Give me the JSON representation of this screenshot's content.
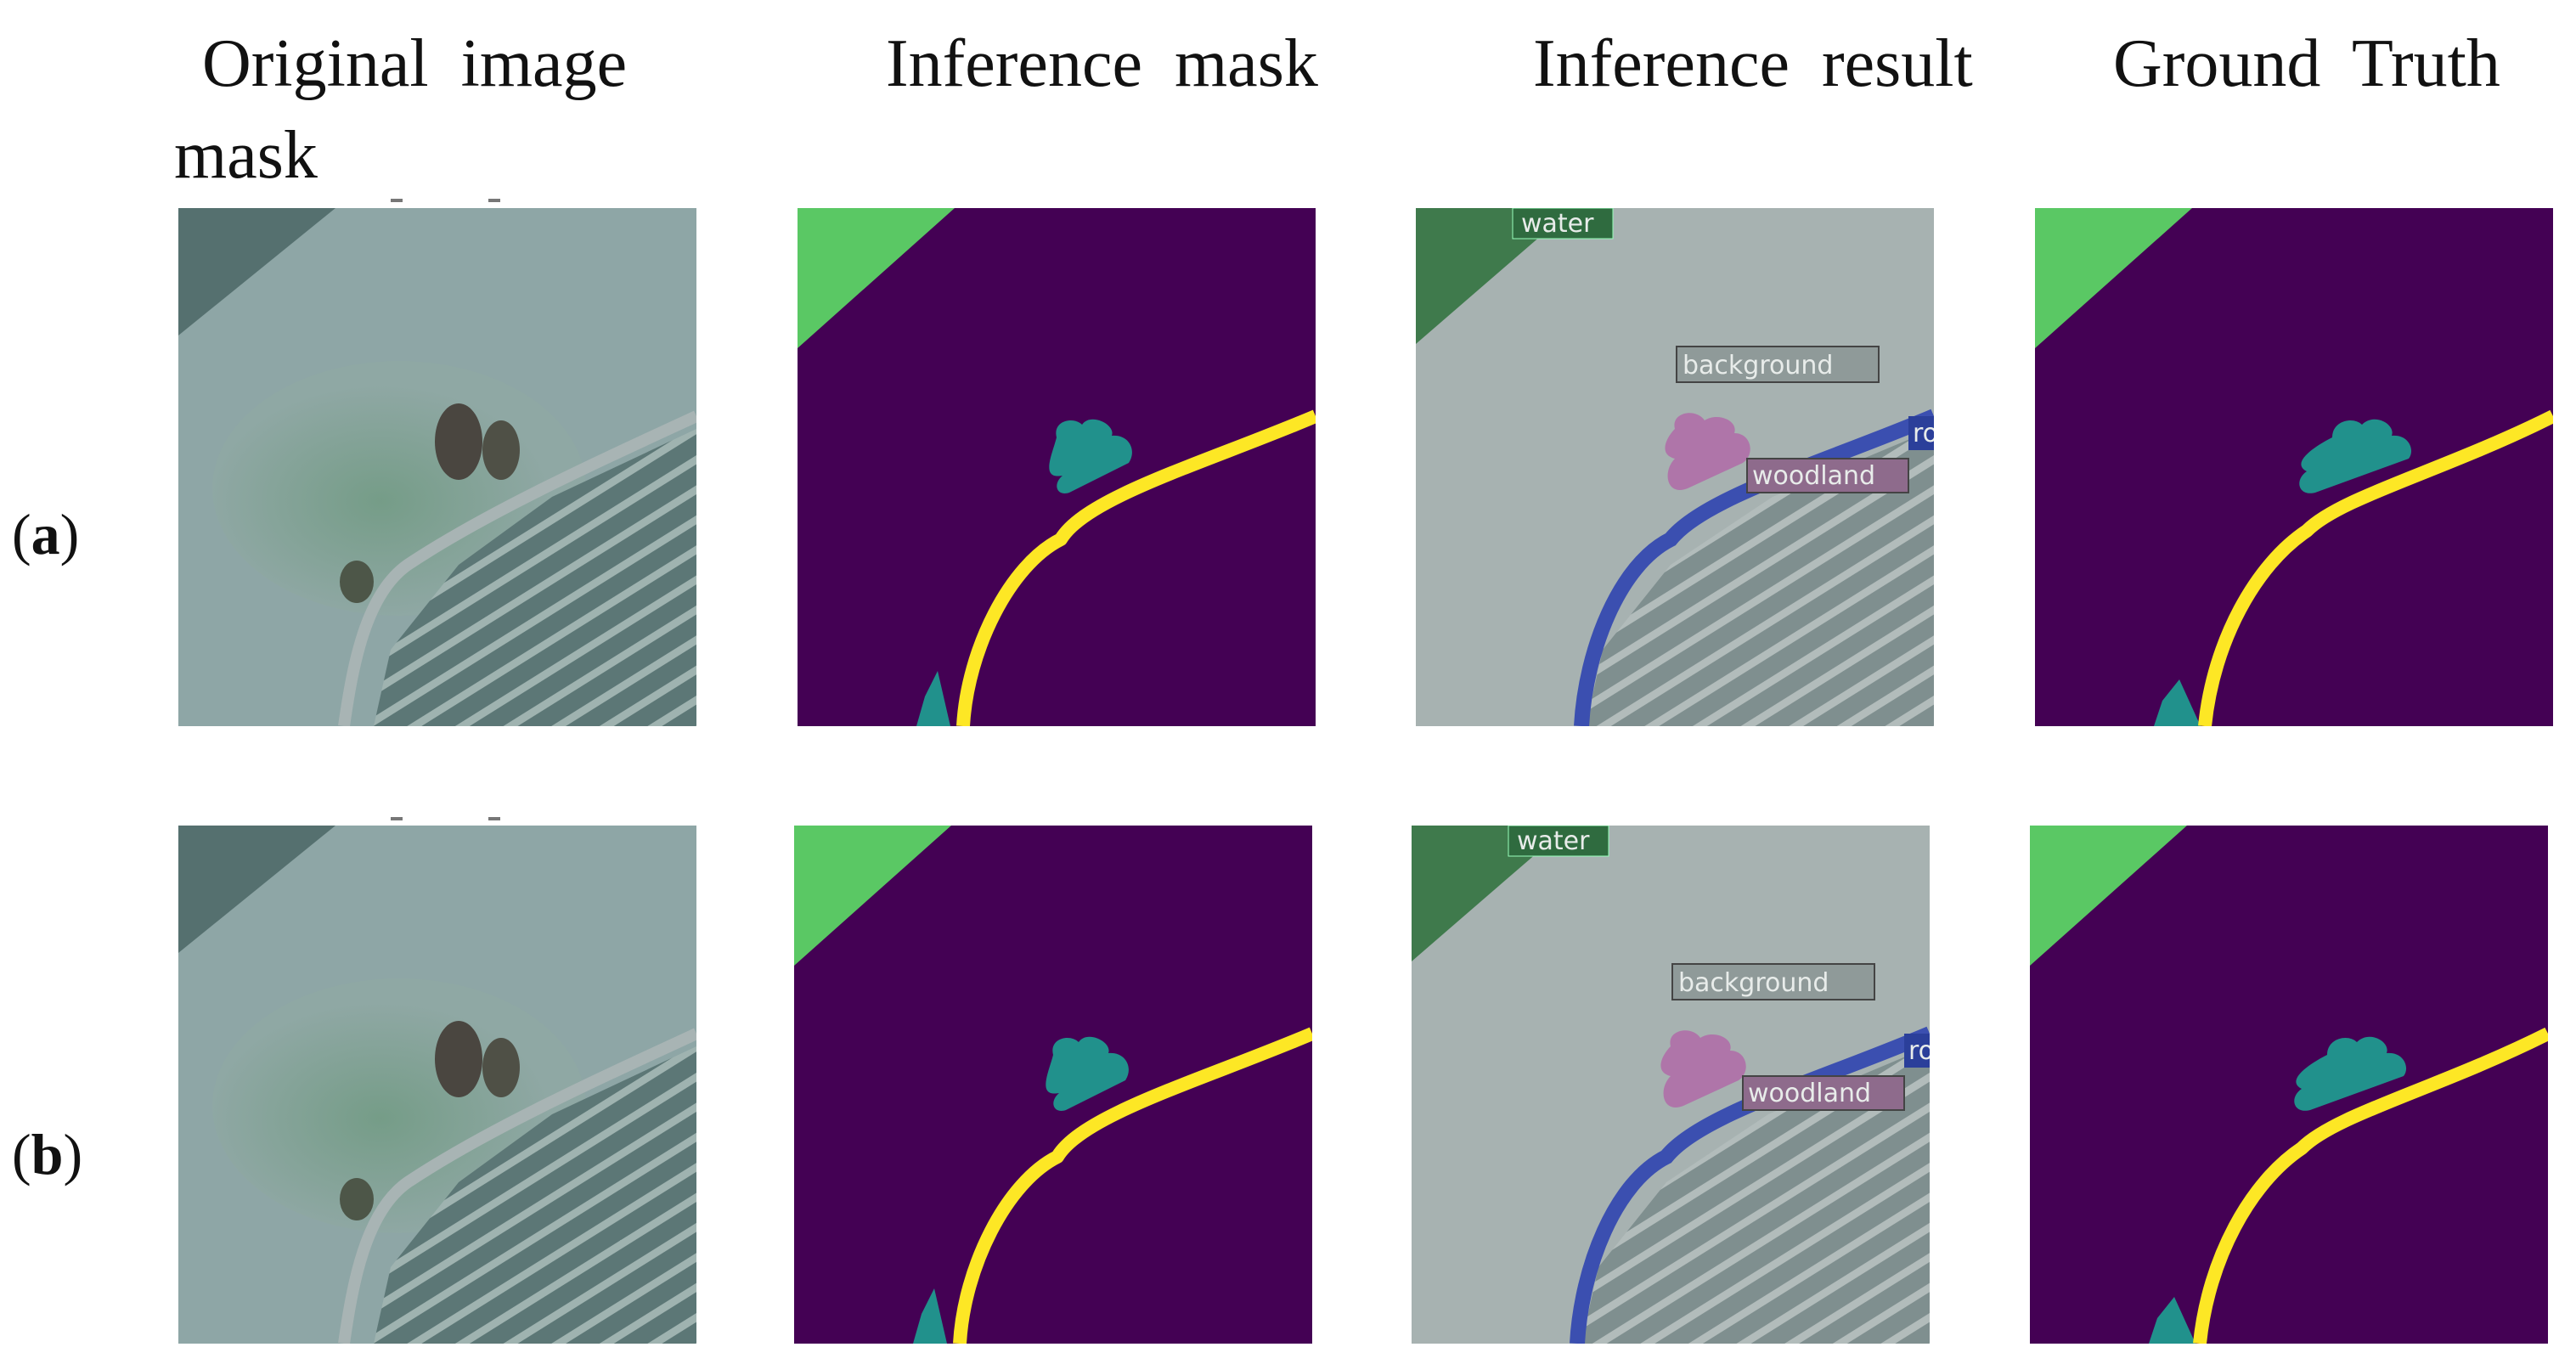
{
  "headers": {
    "original_line1": "Original  image",
    "original_line2": "mask",
    "inference_mask": "Inference  mask",
    "inference_result": "Inference  result",
    "ground_truth": "Ground  Truth"
  },
  "rows": [
    {
      "label_letter": "a",
      "class_labels": {
        "water": "water",
        "background": "background",
        "woodland": "woodland",
        "road_partial": "ro"
      }
    },
    {
      "label_letter": "b",
      "class_labels": {
        "water": "water",
        "background": "background",
        "woodland": "woodland",
        "road_partial": "ro"
      }
    }
  ],
  "colors": {
    "background_class": "#440154",
    "water_class": "#5ac864",
    "woodland_class": "#21918c",
    "road_class": "#fde725",
    "road_overlay": "#3b4fb0",
    "woodland_overlay": "#b06aa8"
  }
}
